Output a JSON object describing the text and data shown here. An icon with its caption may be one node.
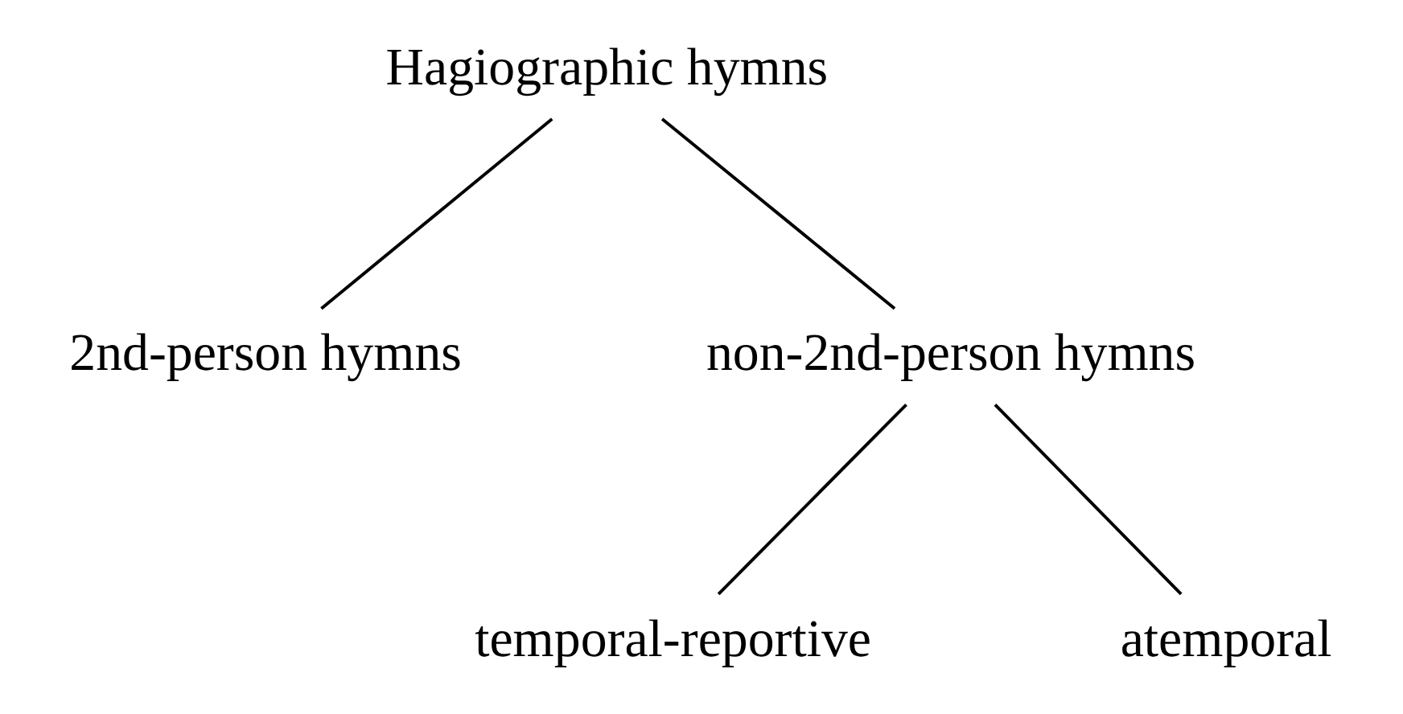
{
  "diagram": {
    "nodes": [
      {
        "text": [
          "Hagiographic hymns"
        ]
      },
      {
        "text": [
          "2nd-person hymns"
        ]
      },
      {
        "text": [
          "non-2nd-person hymns"
        ]
      },
      {
        "text": [
          "temporal-reportive"
        ]
      },
      {
        "text": [
          "atemporal"
        ]
      }
    ],
    "edges": [
      {
        "from": 0,
        "to": 1,
        "arrow": "none"
      },
      {
        "from": 0,
        "to": 2,
        "arrow": "none"
      },
      {
        "from": 2,
        "to": 3,
        "arrow": "none"
      },
      {
        "from": 2,
        "to": 4,
        "arrow": "none"
      }
    ]
  }
}
